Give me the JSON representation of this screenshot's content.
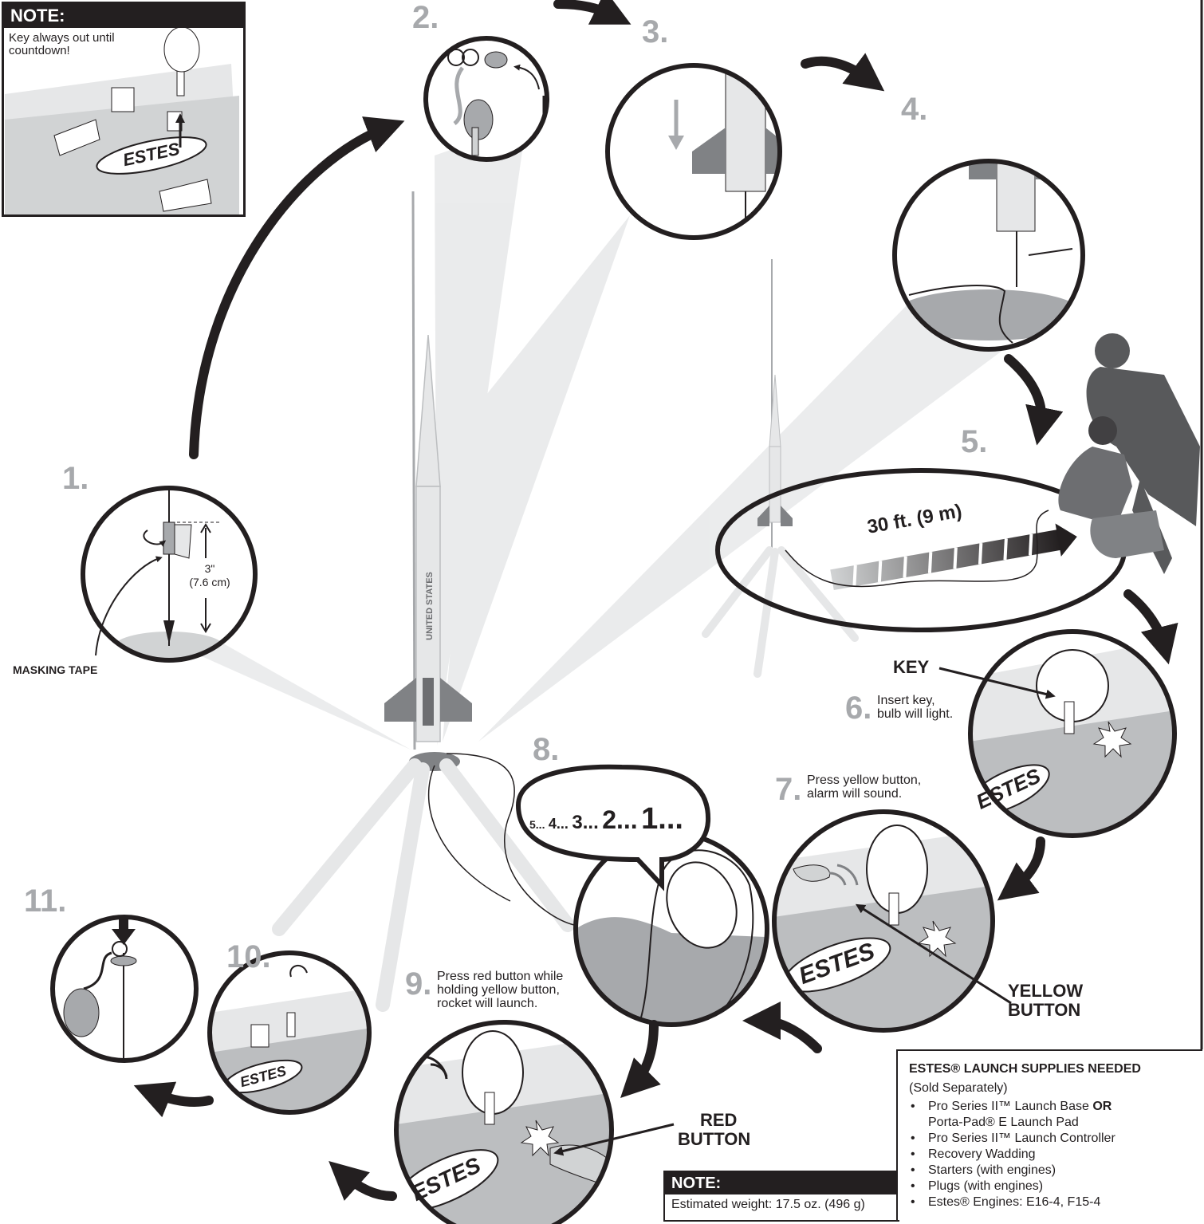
{
  "note_top": {
    "heading": "NOTE:",
    "text": "Key always out until countdown!"
  },
  "steps": {
    "s1": "1.",
    "s2": "2.",
    "s3": "3.",
    "s4": "4.",
    "s5": "5.",
    "s6": "6.",
    "s7": "7.",
    "s8": "8.",
    "s9": "9.",
    "s10": "10.",
    "s11": "11."
  },
  "step1": {
    "measure_in": "3\"",
    "measure_cm": "(7.6 cm)",
    "tape_label": "MASKING TAPE"
  },
  "step5": {
    "distance": "30 ft. (9 m)"
  },
  "rocket": {
    "body_text": "UNITED STATES"
  },
  "logo_text": "ESTES",
  "step6": {
    "label": "KEY",
    "line1": "Insert key,",
    "line2": "bulb will light."
  },
  "step7": {
    "line1": "Press yellow button,",
    "line2": "alarm will sound.",
    "label_1": "YELLOW",
    "label_2": "BUTTON"
  },
  "step8": {
    "c5": "5...",
    "c4": "4...",
    "c3": "3...",
    "c2": "2...",
    "c1": "1..."
  },
  "step9": {
    "line1": "Press red button while",
    "line2": "holding yellow button,",
    "line3": "rocket will launch.",
    "label_1": "RED",
    "label_2": "BUTTON"
  },
  "note_bottom": {
    "heading": "NOTE:",
    "text": "Estimated weight: 17.5 oz. (496 g)"
  },
  "supplies": {
    "title": "ESTES® LAUNCH SUPPLIES NEEDED",
    "subtitle": "(Sold Separately)",
    "items": [
      {
        "a": "Pro Series II™ Launch Base ",
        "or": "OR",
        "b": "Porta-Pad® E Launch Pad"
      },
      "Pro Series II™ Launch Controller",
      "Recovery Wadding",
      "Starters (with engines)",
      "Plugs (with engines)",
      "Estes® Engines: E16-4, F15-4"
    ]
  },
  "colors": {
    "ink": "#231f20",
    "step_gray": "#a7a9ac",
    "fin_gray": "#808285",
    "spotlight": "#e6e7e8"
  }
}
